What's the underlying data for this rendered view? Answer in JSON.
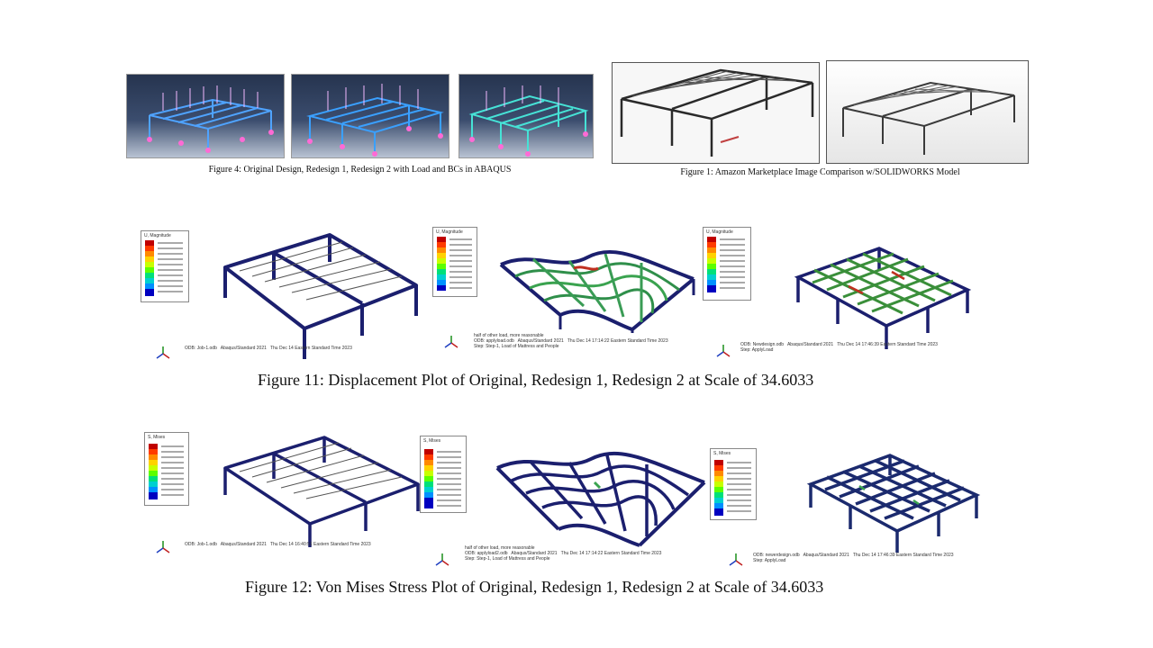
{
  "top": {
    "fig4_caption": "Figure 4: Original Design, Redesign 1, Redesign 2 with Load and BCs in ABAQUS",
    "fig1_caption": "Figure 1: Amazon Marketplace Image Comparison w/SOLIDWORKS Model"
  },
  "fig11": {
    "caption": "Figure 11: Displacement Plot of Original, Redesign 1, Redesign 2 at Scale of 34.6033",
    "legend_titles": [
      "U, Magnitude",
      "U, Magnitude",
      "U, Magnitude"
    ]
  },
  "fig12": {
    "caption": "Figure 12: Von Mises Stress Plot of Original, Redesign 1, Redesign 2 at Scale of 34.6033",
    "legend_titles": [
      "S, Mises",
      "S, Mises",
      "S, Mises"
    ]
  },
  "colors": {
    "frame": "#1b1f6e",
    "legend_scale": [
      "#c00000",
      "#ff3b00",
      "#ff8a00",
      "#ffd200",
      "#c8ff00",
      "#5cff00",
      "#00e07a",
      "#00d0d0",
      "#0090ff",
      "#0030ff",
      "#0000c0"
    ]
  }
}
